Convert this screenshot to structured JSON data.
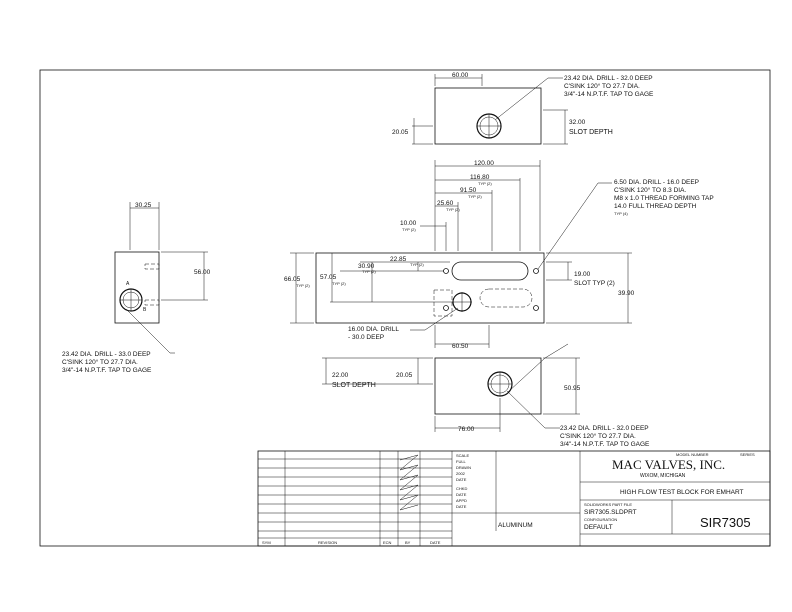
{
  "views": {
    "top": {
      "dim_width": "60.00",
      "dim_height": "32.00",
      "dim_left": "20.05",
      "slot_depth": "SLOT DEPTH",
      "note": [
        "23.42 DIA. DRILL - 32.0 DEEP",
        "C'SINK 120° TO 27.7 DIA.",
        "3/4\"-14 N.P.T.F. TAP TO GAGE"
      ]
    },
    "front": {
      "dims_top": [
        "120.00",
        "116.80",
        "TYP (2)",
        "91.50",
        "TYP (2)",
        "25.60",
        "TYP (2)",
        "10.00",
        "TYP (2)"
      ],
      "dims_left": [
        "30.90",
        "TYP (2)",
        "22.85",
        "TYP (2)",
        "57.05",
        "TYP (2)",
        "66.05",
        "TYP (2)"
      ],
      "slot_dim": "19.00",
      "slot_label": "SLOT TYP (2)",
      "height": "39.90",
      "bottom_dim": "60.50",
      "drill_note": [
        "16.00 DIA. DRILL",
        "- 30.0 DEEP"
      ],
      "tap_note": [
        "6.50 DIA. DRILL - 16.0 DEEP",
        "C'SINK 120° TO 8.3 DIA.",
        "M8 x 1.0 THREAD FORMING TAP",
        "14.0 FULL THREAD DEPTH",
        "TYP (4)"
      ]
    },
    "bottom": {
      "dim_left": "22.00",
      "slot_depth": "SLOT DEPTH",
      "dim_mid": "20.05",
      "dim_right": "50.95",
      "dim_width": "76.00",
      "note": [
        "23.42 DIA. DRILL - 32.0 DEEP",
        "C'SINK 120° TO 27.7 DIA.",
        "3/4\"-14 N.P.T.F. TAP TO GAGE"
      ]
    },
    "side": {
      "dim_top": "30.25",
      "dim_right": "56.00",
      "letter_a": "A",
      "letter_b": "B",
      "note": [
        "23.42 DIA. DRILL - 33.0 DEEP",
        "C'SINK 120° TO 27.7 DIA.",
        "3/4\"-14 N.P.T.F. TAP TO GAGE"
      ]
    }
  },
  "title_block": {
    "company": "MAC VALVES, INC.",
    "city": "WIXOM, MICHIGAN",
    "title": "HIGH FLOW TEST BLOCK FOR EMHART",
    "part_number": "SIR7305",
    "material": "ALUMINUM",
    "part_file_label": "SOLIDWORKS PART FILE",
    "part_file": "SIR7305.SLDPRT",
    "configuration_label": "CONFIGURATION",
    "configuration": "DEFAULT",
    "model_number_label": "MODEL NUMBER",
    "series_label": "SERIES",
    "rev_headers": [
      "SYM",
      "REVISION",
      "ECN",
      "BY",
      "DATE"
    ],
    "left_col_labels": [
      "SCALE",
      "FULL",
      "DRAWN",
      "2002",
      "DATE",
      "CHKD",
      "DATE",
      "APPD",
      "DATE"
    ]
  }
}
